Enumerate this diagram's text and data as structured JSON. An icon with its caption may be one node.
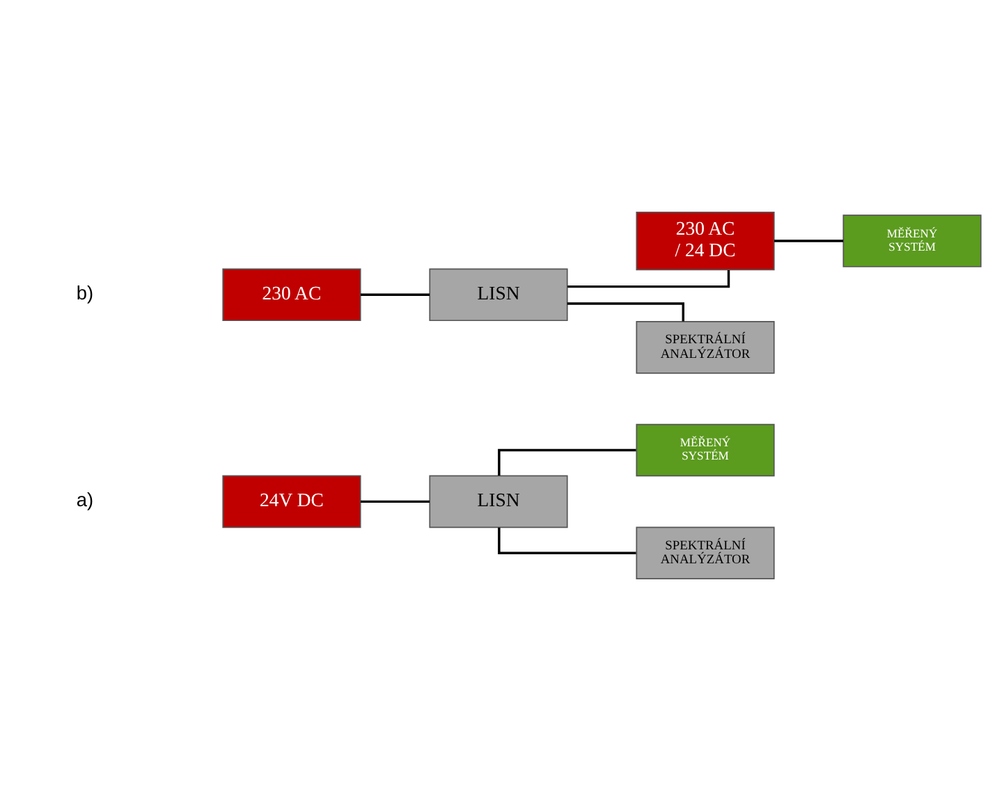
{
  "diagram": {
    "nodes": [
      {
        "text": [
          "24V DC"
        ]
      },
      {
        "text": [
          "LISN"
        ]
      },
      {
        "text": [
          "MĚŘENÝ SYSTÉM"
        ]
      },
      {
        "text": [
          "SPEKTRÁLNÍ ANALÝZÁTOR"
        ]
      },
      {
        "text": [
          "230 AC"
        ]
      },
      {
        "text": [
          "LISN"
        ]
      },
      {
        "text": [
          "230 AC / 24 DC"
        ]
      },
      {
        "text": [
          "MĚŘENÝ SYSTÉM"
        ]
      },
      {
        "text": [
          "SPEKTRÁLNÍ ANALÝZÁTOR"
        ]
      }
    ],
    "edges": [
      {
        "from": 0,
        "to": 1,
        "arrow": "none"
      },
      {
        "from": 1,
        "to": 2,
        "arrow": "none"
      },
      {
        "from": 1,
        "to": 3,
        "arrow": "none"
      },
      {
        "from": 4,
        "to": 5,
        "arrow": "none"
      },
      {
        "from": 5,
        "to": 6,
        "arrow": "none"
      },
      {
        "from": 6,
        "to": 7,
        "arrow": "none"
      },
      {
        "from": 5,
        "to": 8,
        "arrow": "none"
      }
    ],
    "labels": [
      "a)",
      "b)"
    ]
  }
}
